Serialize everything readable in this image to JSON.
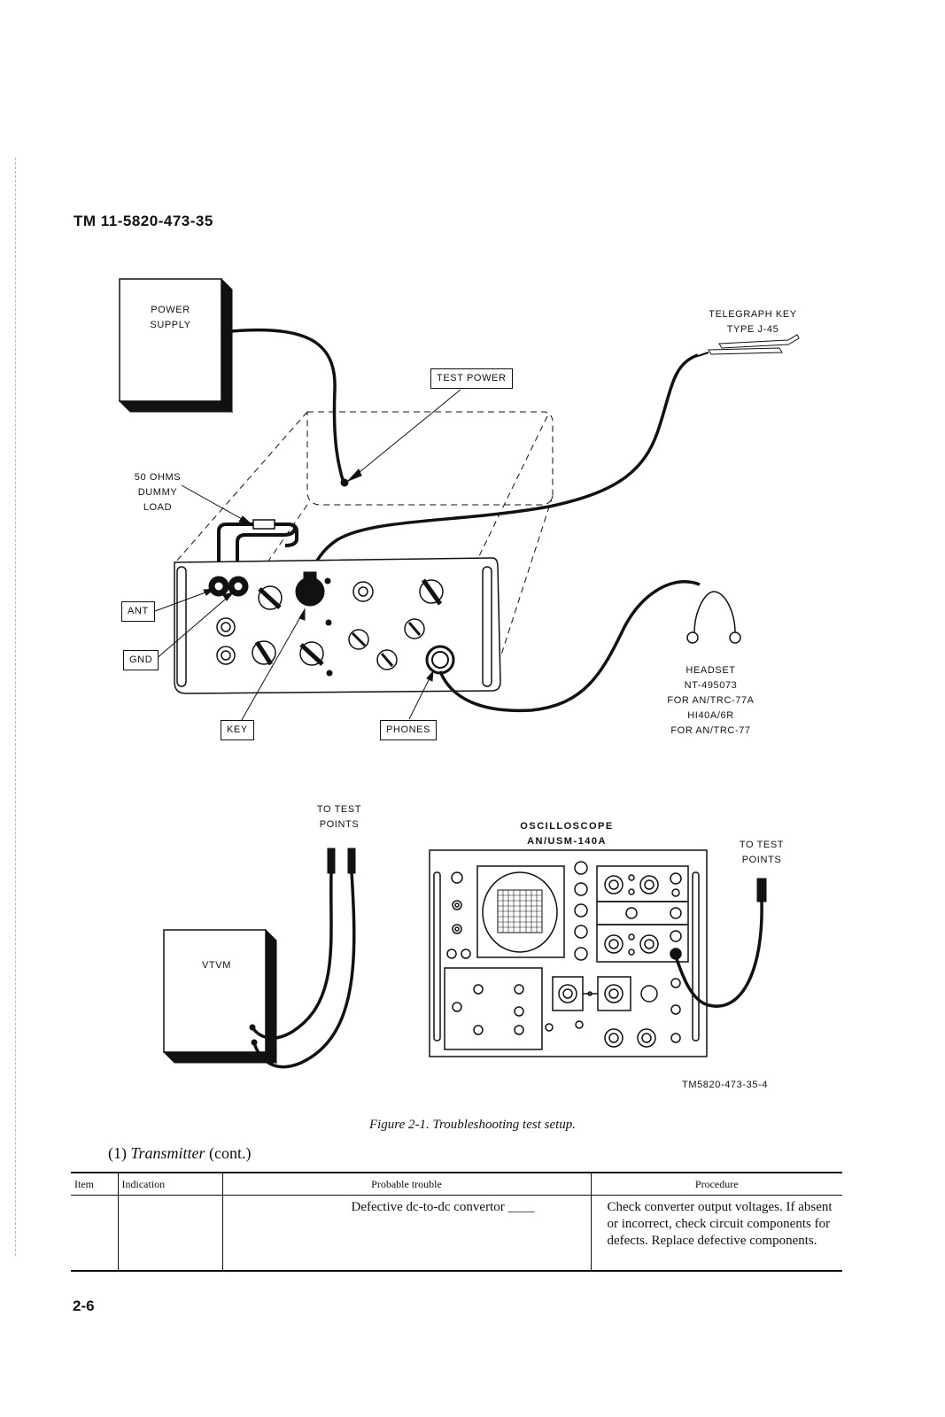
{
  "header": {
    "doc_number": "TM 11-5820-473-35"
  },
  "figure": {
    "labels": {
      "power_supply": "POWER\nSUPPLY",
      "telegraph_key": "TELEGRAPH KEY\nTYPE J-45",
      "test_power": "TEST POWER",
      "dummy_load": "50 OHMS\nDUMMY\nLOAD",
      "ant": "ANT",
      "gnd": "GND",
      "key": "KEY",
      "phones": "PHONES",
      "headset": "HEADSET\nNT-495073\nFOR AN/TRC-77A\nHI40A/6R\nFOR AN/TRC-77",
      "to_test_points_left": "TO TEST\nPOINTS",
      "oscilloscope": "OSCILLOSCOPE\nAN/USM-140A",
      "to_test_points_right": "TO TEST\nPOINTS",
      "vtvm": "VTVM",
      "figure_id": "TM5820-473-35-4"
    },
    "caption": "Figure 2-1.  Troubleshooting test setup."
  },
  "section": {
    "number": "(1)",
    "title": "Transmitter",
    "suffix": "(cont.)"
  },
  "table": {
    "headers": [
      "Item",
      "Indication",
      "Probable trouble",
      "Procedure"
    ],
    "rows": [
      {
        "item": "",
        "indication": "",
        "probable_trouble": "Defective dc-to-dc convertor ____",
        "procedure": "Check converter output voltages. If absent or incorrect, check circuit components for defects. Replace defective components."
      }
    ]
  },
  "footer": {
    "page_number": "2-6"
  }
}
